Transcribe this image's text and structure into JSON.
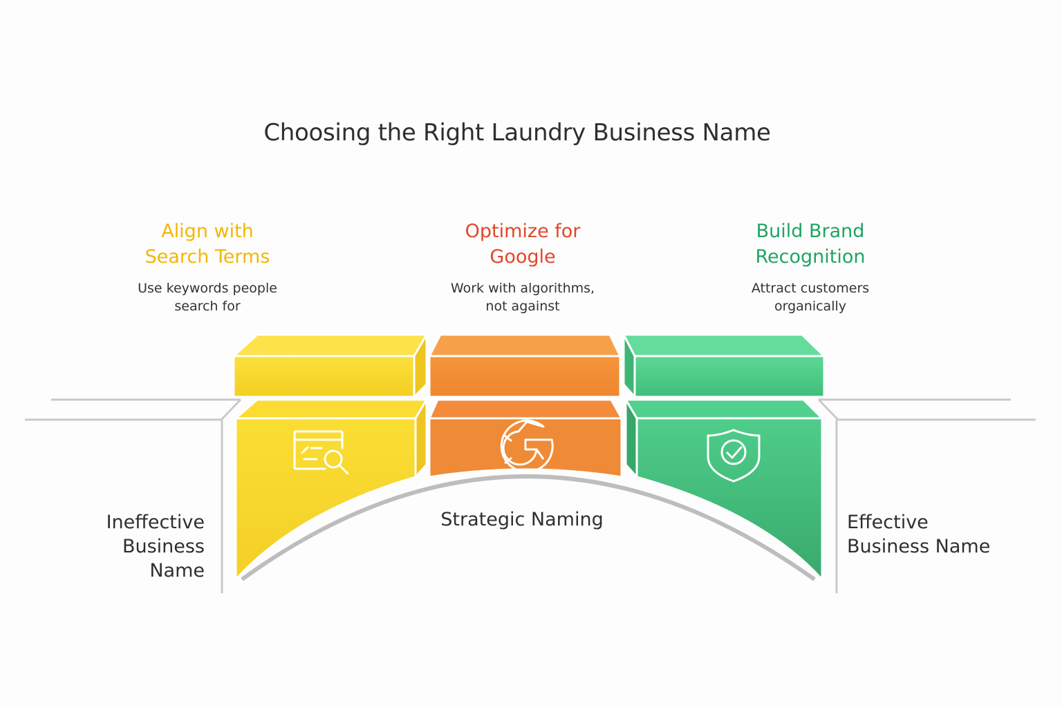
{
  "title": "Choosing the Right Laundry Business Name",
  "left_bank_label": "Ineffective\nBusiness Name",
  "right_bank_label": "Effective\nBusiness Name",
  "center_label": "Strategic Naming",
  "columns": [
    {
      "heading": "Align with\nSearch Terms",
      "description": "Use keywords people\nsearch for",
      "icon": "search-browser-icon",
      "color": "#f2b705"
    },
    {
      "heading": "Optimize for\nGoogle",
      "description": "Work with algorithms,\nnot against",
      "icon": "google-icon",
      "color": "#e2462a"
    },
    {
      "heading": "Build Brand\nRecognition",
      "description": "Attract customers\norganically",
      "icon": "shield-check-icon",
      "color": "#1fa463"
    }
  ]
}
